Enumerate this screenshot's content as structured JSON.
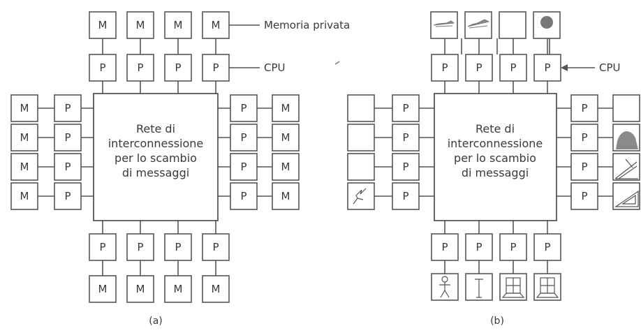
{
  "diagram_a": {
    "memory_label": "M",
    "processor_label": "P",
    "network_lines": [
      "Rete di",
      "interconnessione",
      "per lo scambio",
      "di messaggi"
    ],
    "annotation_memory": "Memoria privata",
    "annotation_cpu": "CPU",
    "caption": "(a)"
  },
  "diagram_b": {
    "processor_label": "P",
    "network_lines": [
      "Rete di",
      "interconnessione",
      "per lo scambio",
      "di messaggi"
    ],
    "annotation_cpu": "CPU",
    "caption": "(b)",
    "devices": {
      "top": [
        "airplane-icon",
        "airplane-icon",
        "empty",
        "sun-icon"
      ],
      "left": [
        "empty",
        "empty",
        "empty",
        "lightning-icon"
      ],
      "right": [
        "empty",
        "tree-icon",
        "drafting-icon",
        "set-square-icon"
      ],
      "bottom": [
        "person-icon",
        "tool-icon",
        "window-icon",
        "window-icon"
      ]
    }
  }
}
